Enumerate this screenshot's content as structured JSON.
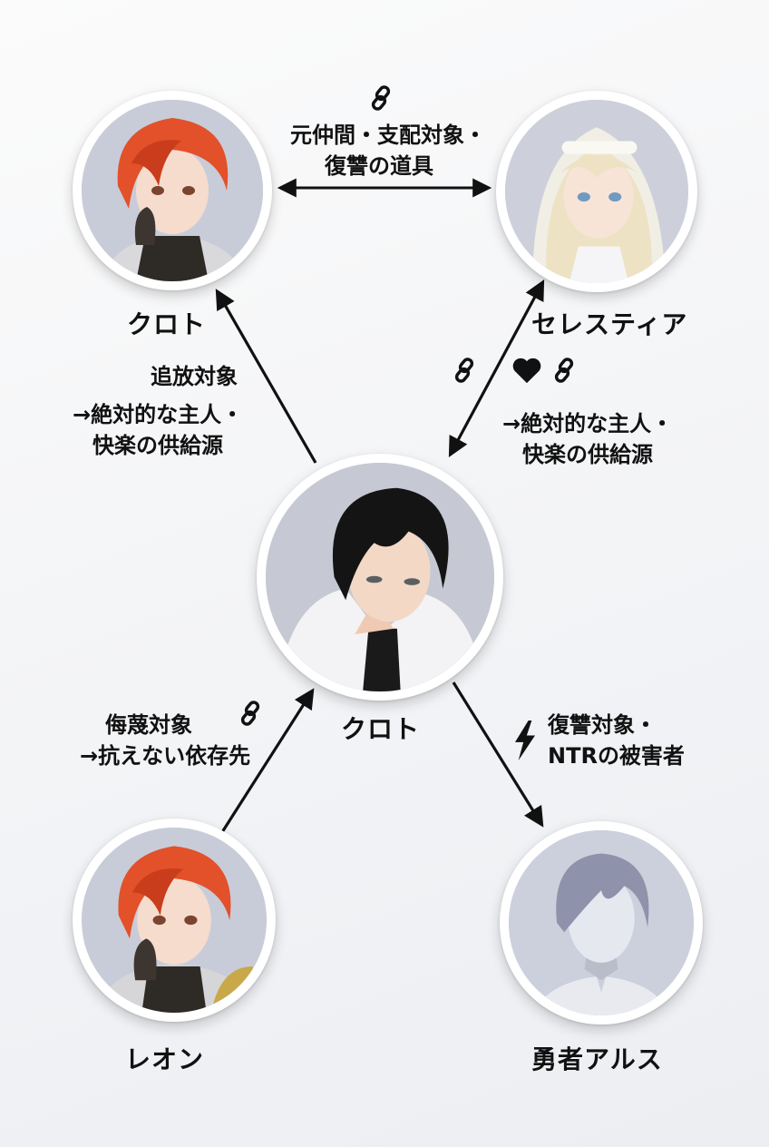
{
  "diagram": {
    "type": "relationship-chart",
    "nodes": {
      "top_left": {
        "name": "クロト",
        "portrait": "red-haired girl in armor, hand on cheek"
      },
      "top_right": {
        "name": "セレスティア",
        "portrait": "blonde nun in white veil"
      },
      "center": {
        "name": "クロト",
        "portrait": "black-haired young man in white robe"
      },
      "bottom_left": {
        "name": "レオン",
        "portrait": "red-haired girl in gold-trimmed armor"
      },
      "bottom_right": {
        "name": "勇者アルス",
        "portrait": "faceless grey silhouette of a young man"
      }
    },
    "edges": {
      "top_horizontal": {
        "from": "top_left",
        "to": "top_right",
        "direction": "both",
        "icons": [
          "chain-icon"
        ],
        "lines": [
          "元仲間・支配対象・",
          "復讐の道具"
        ]
      },
      "center_to_top_left": {
        "from": "center",
        "to": "top_left",
        "direction": "forward",
        "lines": [
          "追放対象",
          "→絶対的な主人・",
          "快楽の供給源"
        ]
      },
      "center_top_right": {
        "from": "center",
        "to": "top_right",
        "direction": "both",
        "icons": [
          "chain-icon",
          "heart-icon",
          "chain-icon"
        ],
        "lines": [
          "→絶対的な主人・",
          "快楽の供給源"
        ]
      },
      "bottom_left_to_center": {
        "from": "bottom_left",
        "to": "center",
        "direction": "forward",
        "icons": [
          "chain-icon"
        ],
        "lines": [
          "侮蔑対象",
          "→抗えない依存先"
        ]
      },
      "center_to_bottom_right": {
        "from": "center",
        "to": "bottom_right",
        "direction": "forward",
        "icons": [
          "lightning-icon"
        ],
        "lines": [
          "復讐対象・",
          "NTRの被害者"
        ]
      }
    }
  },
  "colors": {
    "background_top": "#fbfbfb",
    "background_bottom": "#eceef2",
    "ring": "#ffffff",
    "portrait_bg": "#c9ccd6",
    "ink": "#111111"
  }
}
